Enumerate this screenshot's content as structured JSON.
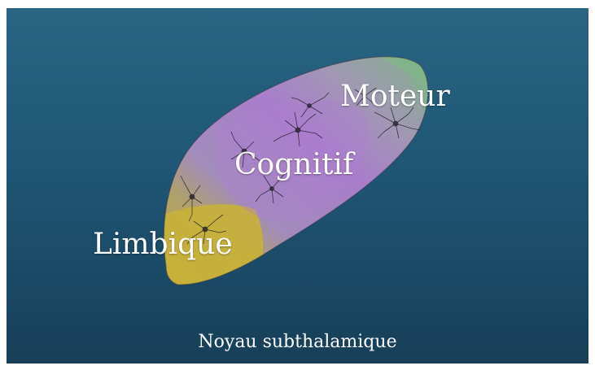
{
  "diagram": {
    "regions": [
      {
        "name": "Moteur",
        "label": "Moteur",
        "color": "#8fb38f"
      },
      {
        "name": "Cognitif",
        "label": "Cognitif",
        "color": "#b07fd0"
      },
      {
        "name": "Limbique",
        "label": "Limbique",
        "color": "#c8b13a"
      }
    ],
    "caption": "Noyau subthalamique",
    "colors": {
      "background_top": "#2a6584",
      "background_bottom": "#173f58",
      "motor": "#8fb38f",
      "cognitive": "#b07fd0",
      "limbic": "#c8b13a",
      "text": "#ffffff"
    }
  }
}
